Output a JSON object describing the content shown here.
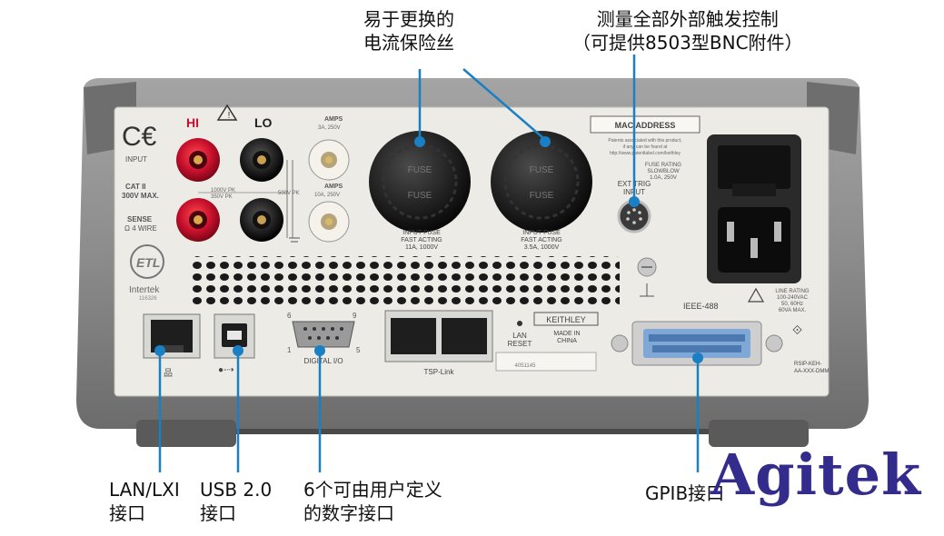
{
  "callouts": {
    "fuse": {
      "line1": "易于更换的",
      "line2": "电流保险丝"
    },
    "trigger": {
      "line1": "测量全部外部触发控制",
      "line2": "（可提供8503型BNC附件）"
    },
    "lan": {
      "line1": "LAN/LXI",
      "line2": "接口"
    },
    "usb": {
      "line1": "USB 2.0",
      "line2": "接口"
    },
    "digital_io": {
      "line1": "6个可由用户定义",
      "line2": "的数字接口"
    },
    "gpib": {
      "line1": "GPIB接口"
    }
  },
  "brand": "Agitek",
  "panel": {
    "hi": "HI",
    "lo": "LO",
    "input": "INPUT",
    "cat": "CAT II",
    "cat_max": "300V MAX.",
    "sense": "SENSE",
    "sense_wire": "Ω 4 WIRE",
    "amps_top": "AMPS",
    "amps_top_rating": "3A, 250V",
    "amps_bottom": "AMPS",
    "amps_bottom_rating": "10A, 250V",
    "pk_1000": "1000V PK",
    "pk_350": "350V PK",
    "pk_500": "500V PK",
    "intertek": "Intertek",
    "intertek_num": "116326",
    "fuse_left_l1": "INPUT FUSE",
    "fuse_left_l2": "FAST ACTING",
    "fuse_left_l3": "11A, 1000V",
    "fuse_right_l1": "INPUT FUSE",
    "fuse_right_l2": "FAST ACTING",
    "fuse_right_l3": "3.5A, 1000V",
    "mac": "MAC ADDRESS",
    "patents_l1": "Patents associated with this product,",
    "patents_l2": "if any, can be found at",
    "patents_l3": "http://www.patentlabel.com/keithley",
    "ext_trig_l1": "EXT TRIG",
    "ext_trig_l2": "INPUT",
    "fuse_rating_l1": "FUSE RATING",
    "fuse_rating_l2": "SLOWBLOW",
    "fuse_rating_l3": "1.0A, 250V",
    "ieee": "IEEE-488",
    "line_rating_l1": "LINE RATING",
    "line_rating_l2": "100-240VAC",
    "line_rating_l3": "50, 60Hz",
    "line_rating_l4": "60VA MAX.",
    "pin6": "6",
    "pin9": "9",
    "pin1": "1",
    "pin5": "5",
    "digital_io_label": "DIGITAL I/O",
    "tsp_link": "TSP-Link",
    "keithley": "KEITHLEY",
    "lan_reset_l1": "LAN",
    "lan_reset_l2": "RESET",
    "made_in_l1": "MADE IN",
    "made_in_l2": "CHINA",
    "serial": "4051145",
    "rcm_l1": "RSIP-KEH-",
    "rcm_l2": "AA-XXX-DMM"
  },
  "colors": {
    "brand": "#332c8c",
    "callout_line": "#1b7fc4",
    "chassis": "#8a8a8a",
    "panel": "#ecebe6",
    "red_jack": "#c8102e"
  }
}
